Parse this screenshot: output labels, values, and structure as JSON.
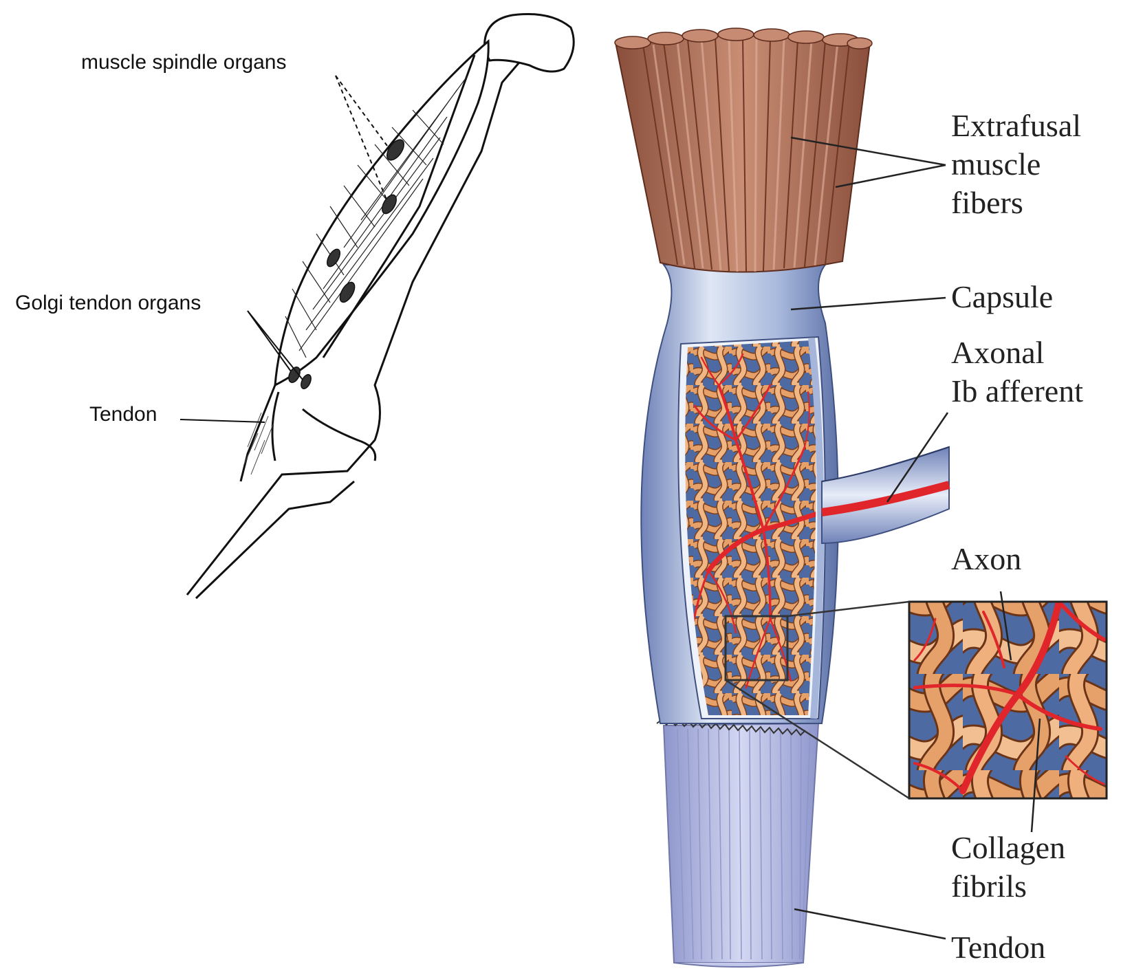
{
  "left_panel": {
    "labels": {
      "muscle_spindle": "muscle spindle organs",
      "golgi": "Golgi tendon organs",
      "tendon": "Tendon"
    }
  },
  "right_panel": {
    "labels": {
      "extrafusal_1": "Extrafusal",
      "extrafusal_2": "muscle",
      "extrafusal_3": "fibers",
      "capsule": "Capsule",
      "axonal_1": "Axonal",
      "axonal_2": "Ib afferent",
      "axon": "Axon",
      "collagen_1": "Collagen",
      "collagen_2": "fibrils",
      "tendon": "Tendon"
    }
  },
  "colors": {
    "muscle": "#b97a62",
    "muscle_dark": "#8a4f3c",
    "capsule": "#9fb2d8",
    "capsule_light": "#dfe7f5",
    "fibril": "#e6a06a",
    "fibril_edge": "#7a3f1d",
    "axon": "#e0262a",
    "background_blue": "#4d6aa3",
    "tendon": "#b7bde6"
  }
}
